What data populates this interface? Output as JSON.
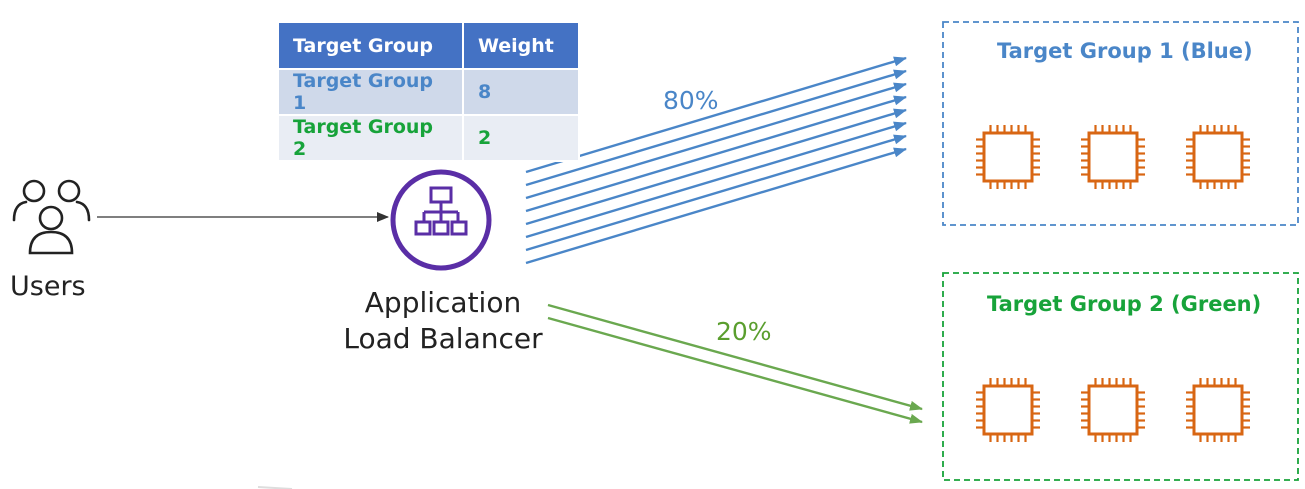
{
  "users": {
    "label": "Users",
    "icon": "users-icon"
  },
  "load_balancer": {
    "label_line1": "Application",
    "label_line2": "Load Balancer",
    "icon": "application-load-balancer-icon",
    "color": "#5a2ea6"
  },
  "weights_table": {
    "headers": [
      "Target Group",
      "Weight"
    ],
    "rows": [
      {
        "group": "Target Group 1",
        "weight": "8"
      },
      {
        "group": "Target Group 2",
        "weight": "2"
      }
    ]
  },
  "traffic": {
    "blue": {
      "label": "80%",
      "color": "#4a86c8",
      "arrow_count": 8
    },
    "green": {
      "label": "20%",
      "color": "#6aa84f",
      "arrow_count": 2
    }
  },
  "target_groups": [
    {
      "title": "Target Group 1 (Blue)",
      "border_color": "#4a86c8",
      "instance_count": 3,
      "instance_icon": "ec2-instance-icon"
    },
    {
      "title": "Target Group 2 (Green)",
      "border_color": "#17a33a",
      "instance_count": 3,
      "instance_icon": "ec2-instance-icon"
    }
  ],
  "colors": {
    "header_bg": "#4472c4",
    "instance_orange": "#d86613",
    "text_dark": "#222222"
  }
}
